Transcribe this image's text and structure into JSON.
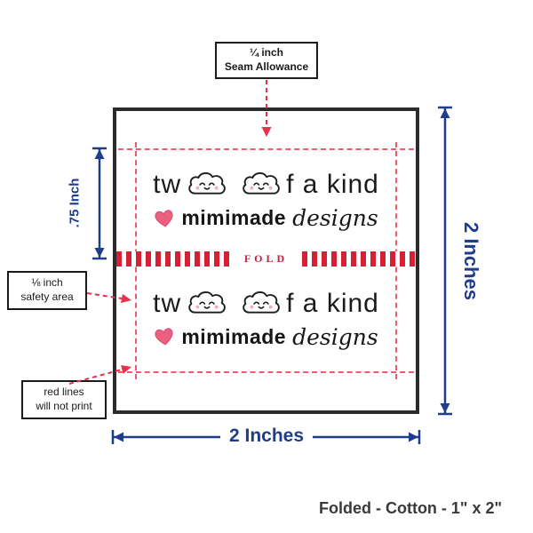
{
  "annotations": {
    "seam_allowance": {
      "line1": "¼ inch",
      "line2": "Seam Allowance"
    },
    "safety_area": {
      "line1": "⅛ inch",
      "line2": "safety area"
    },
    "red_lines": {
      "line1": "red lines",
      "line2": "will not print"
    }
  },
  "dimensions": {
    "height": "2 Inches",
    "width": "2 Inches",
    "fold_front": ".75 Inch"
  },
  "fold_label": "FOLD",
  "footer": "Folded - Cotton - 1\" x 2\"",
  "logo": {
    "word_part1": "tw",
    "word_part2": "f a kind",
    "brand_bold": "mimimade",
    "brand_script": "designs"
  },
  "colors": {
    "dimension_blue": "#1e3d8a",
    "guide_red": "#ef5a6c",
    "stripe_red": "#d81f35",
    "fold_text_red": "#c41f3a",
    "heart_pink": "#ec5f7f",
    "outline_black": "#2b2b2b"
  }
}
